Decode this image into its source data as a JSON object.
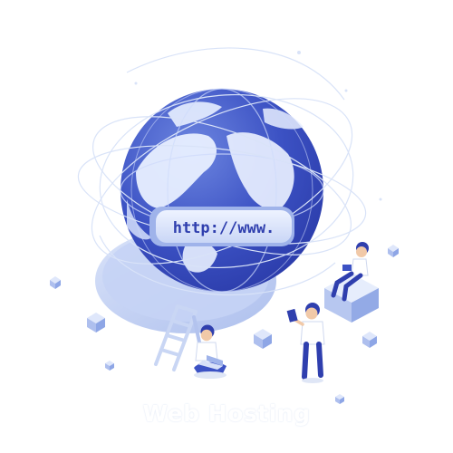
{
  "illustration": {
    "url_banner_text": "http://www.",
    "caption": "Web Hosting",
    "colors": {
      "globe_dark": "#3347b8",
      "globe_light": "#5f79d8",
      "land": "#e8efff",
      "platform": "#c6d4f3",
      "accent": "#2f3fae",
      "orbit": "#d9e3f8"
    },
    "icons": [
      "globe-icon",
      "orbit-lines",
      "ladder-icon",
      "laptop-icon",
      "tablet-icon",
      "cube-icon"
    ]
  }
}
